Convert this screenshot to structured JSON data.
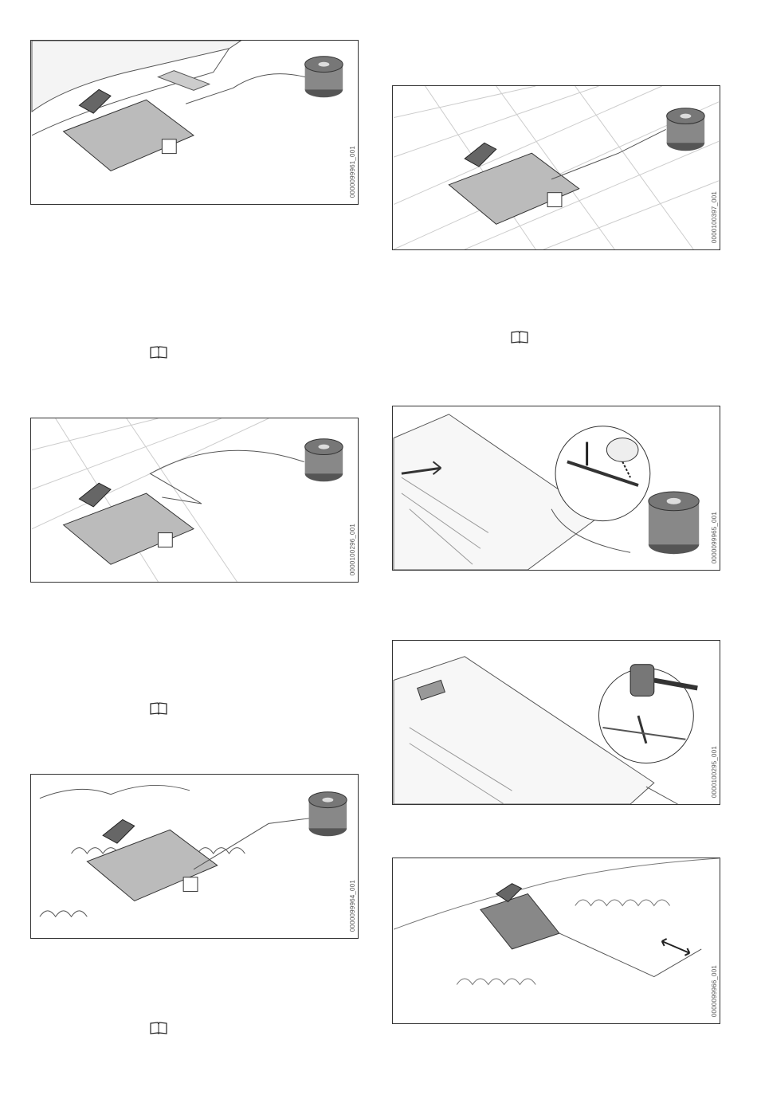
{
  "figures": [
    {
      "id": "0000099961_001"
    },
    {
      "id": "0000100397_001"
    },
    {
      "id": "0000100296_001"
    },
    {
      "id": "0000099965_001"
    },
    {
      "id": "0000100295_001"
    },
    {
      "id": "0000099964_001"
    },
    {
      "id": "0000099966_001"
    }
  ],
  "icons": {
    "reference": "book-reference-icon"
  },
  "colors": {
    "line": "#333333",
    "wire_grey": "#777777",
    "spool": "#555555"
  }
}
